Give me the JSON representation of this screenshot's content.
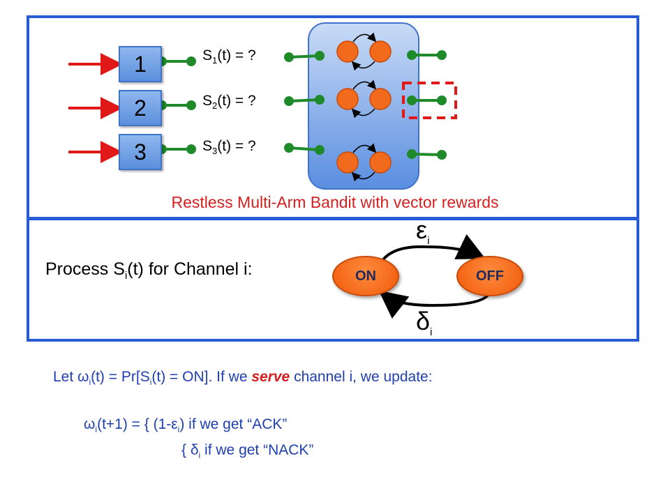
{
  "channels": [
    "1",
    "2",
    "3"
  ],
  "arm_labels": [
    {
      "prefix": "S",
      "sub": "1",
      "suffix": "(t) = ?"
    },
    {
      "prefix": "S",
      "sub": "2",
      "suffix": "(t) = ?"
    },
    {
      "prefix": "S",
      "sub": "3",
      "suffix": "(t) = ?"
    }
  ],
  "bandit_caption": "Restless Multi-Arm Bandit with vector rewards",
  "process": {
    "label_prefix": "Process S",
    "label_sub": "i",
    "label_suffix": "(t) for Channel i:",
    "state_on": "ON",
    "state_off": "OFF",
    "epsilon": "ε",
    "epsilon_sub": "i",
    "delta": "δ",
    "delta_sub": "i"
  },
  "update_text": {
    "l1_a": "Let ω",
    "l1_sub1": "i",
    "l1_b": "(t) = Pr[S",
    "l1_sub2": "i",
    "l1_c": "(t) = ON].  If we ",
    "l1_serve": "serve",
    "l1_d": " channel i, we update:",
    "l2_a": "ω",
    "l2_sub1": "i",
    "l2_b": "(t+1) =   {  (1-ε",
    "l2_sub2": "i",
    "l2_c": ")    if we get “ACK”",
    "l3_a": "{     δ",
    "l3_sub": "i",
    "l3_b": "      if we get “NACK”"
  },
  "colors": {
    "panel_border": "#2a5bd7",
    "red_arrow": "#e01818",
    "green_line": "#1f8a2a",
    "orange_node": "#f26b1d",
    "highlight_dash": "#e01818"
  }
}
